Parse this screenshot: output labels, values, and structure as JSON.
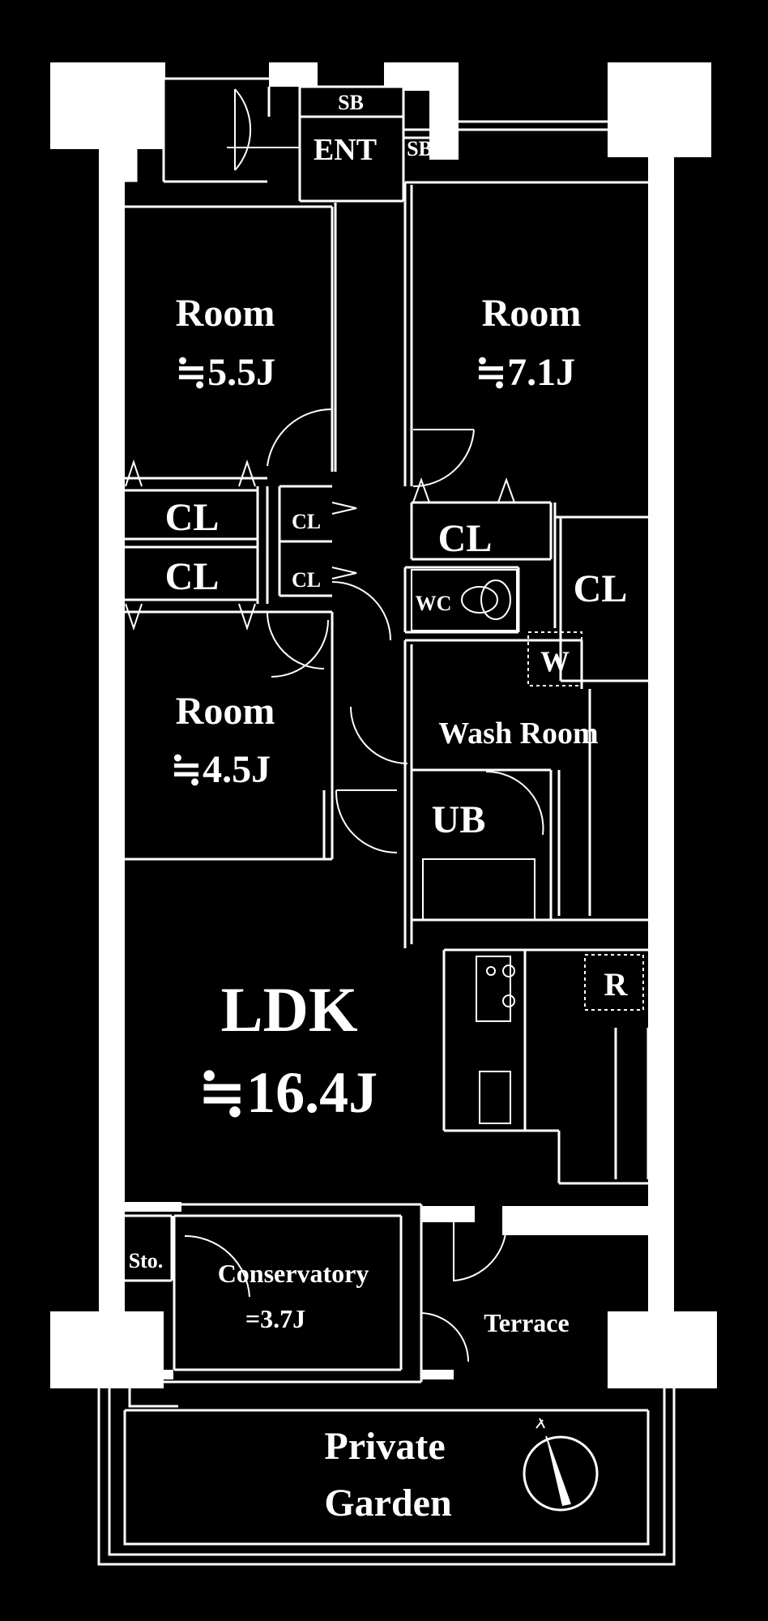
{
  "rooms": {
    "sb_top": "SB",
    "ent": "ENT",
    "sb_right": "SB",
    "room_nw": {
      "name": "Room",
      "size": "≒5.5J"
    },
    "room_ne": {
      "name": "Room",
      "size": "≒7.1J"
    },
    "cl_left_1": "CL",
    "cl_left_2": "CL",
    "cl_small_1": "CL",
    "cl_small_2": "CL",
    "cl_mid": "CL",
    "cl_right": "CL",
    "wc": "WC",
    "w": "W",
    "wash_room": "Wash Room",
    "room_w": {
      "name": "Room",
      "size": "≒4.5J"
    },
    "ub": "UB",
    "r": "R",
    "ldk": {
      "name": "LDK",
      "size": "≒16.4J"
    },
    "sto": "Sto.",
    "conservatory": {
      "name": "Conservatory",
      "size": "=3.7J"
    },
    "terrace": "Terrace",
    "private_garden": {
      "line1": "Private",
      "line2": "Garden"
    }
  },
  "colors": {
    "background": "#000000",
    "lines": "#ffffff"
  },
  "icons": {
    "compass": "north-arrow-icon"
  }
}
